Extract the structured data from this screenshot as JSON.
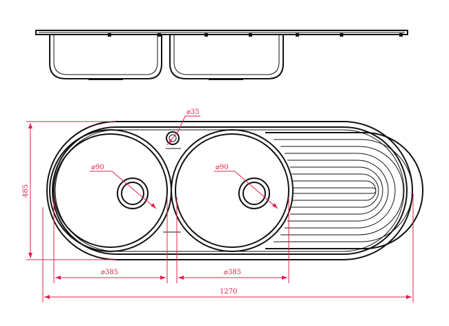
{
  "dimensions": {
    "hole_diameter": "⌀35",
    "drain_left": "⌀90",
    "drain_right": "⌀90",
    "height": "485",
    "bowl_left": "⌀385",
    "bowl_right": "⌀385",
    "overall_width": "1270"
  },
  "colors": {
    "linework": "#111111",
    "dimension": "#e0204a",
    "background": "#ffffff"
  }
}
